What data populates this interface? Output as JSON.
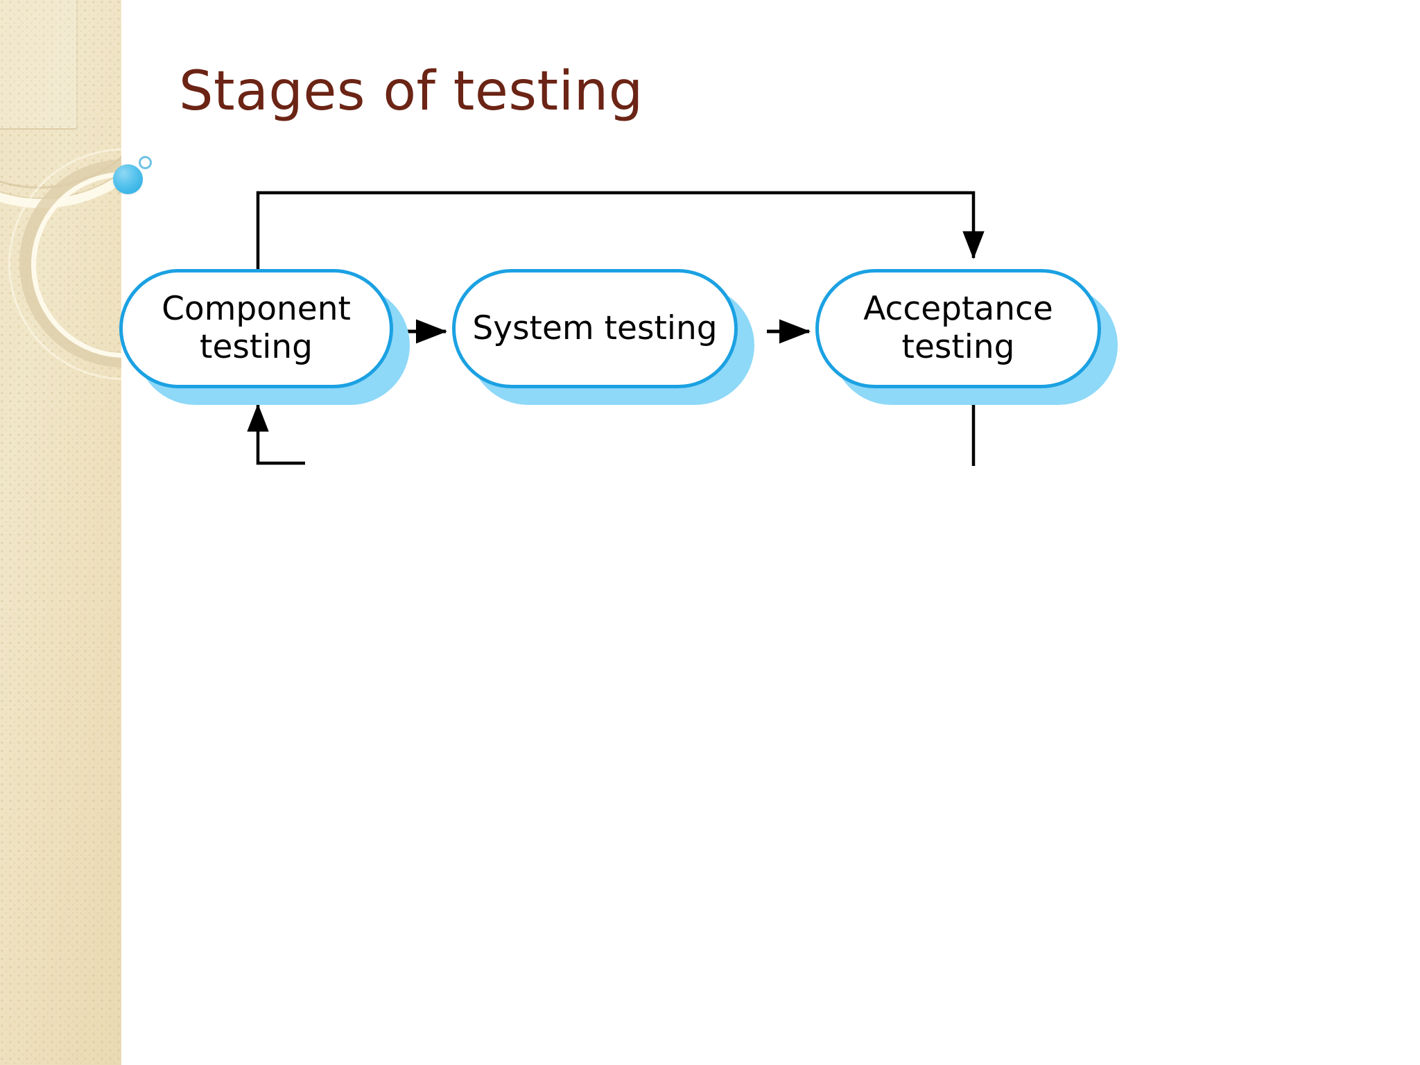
{
  "slide": {
    "title": "Stages of testing",
    "title_color": "#6B2415",
    "background_color": "#FFFFFF",
    "side_band_color": "#EFE4C4",
    "accent_color": "#1BA1E2",
    "shadow_color": "#8ED8F8"
  },
  "diagram": {
    "type": "flow",
    "stages": [
      {
        "id": "component",
        "label": "Component\ntesting",
        "line1": "Component",
        "line2": "testing"
      },
      {
        "id": "system",
        "label": "System testing",
        "line1": "System testing",
        "line2": ""
      },
      {
        "id": "acceptance",
        "label": "Acceptance\ntesting",
        "line1": "Acceptance",
        "line2": "testing"
      }
    ],
    "connectors": [
      {
        "from": "component",
        "to": "system",
        "style": "arrow-right"
      },
      {
        "from": "system",
        "to": "acceptance",
        "style": "arrow-right"
      },
      {
        "from": "acceptance",
        "to": "component-top",
        "style": "feedback-loop-top"
      },
      {
        "from": "below",
        "to": "component",
        "style": "arrow-up"
      },
      {
        "from": "acceptance",
        "to": "below",
        "style": "line-down"
      }
    ]
  },
  "decoration": {
    "bubble_large": "blue-circle-icon",
    "bubble_small": "blue-ring-icon",
    "arcs": "decorative-arc-rings"
  }
}
